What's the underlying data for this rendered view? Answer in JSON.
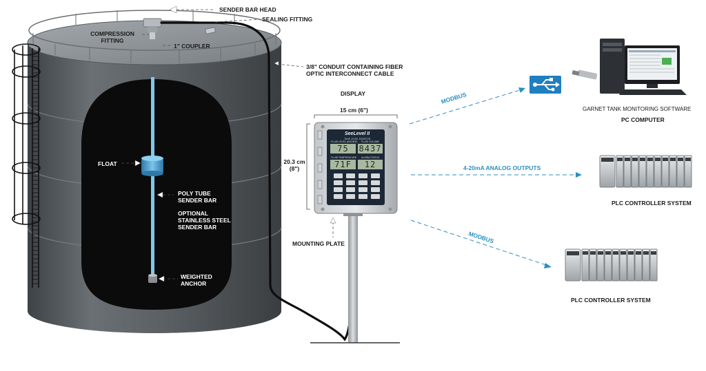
{
  "labels": {
    "sender_bar_head": "SENDER BAR HEAD",
    "sealing_fitting": "SEALING FITTING",
    "compression_fitting_1": "COMPRESSION",
    "compression_fitting_2": "FITTING",
    "coupler": "1\" COUPLER",
    "conduit_1": "3/8\" CONDUIT CONTAINING FIBER",
    "conduit_2": "OPTIC INTERCONNECT CABLE",
    "float": "FLOAT",
    "poly_tube_1": "POLY TUBE",
    "poly_tube_2": "SENDER BAR",
    "optional_1": "OPTIONAL",
    "optional_2": "STAINLESS STEEL",
    "optional_3": "SENDER BAR",
    "weighted_1": "WEIGHTED",
    "weighted_2": "ANCHOR",
    "display": "DISPLAY",
    "width_dim": "15 cm (6\")",
    "height_dim_1": "20.3 cm",
    "height_dim_2": "(8\")",
    "mounting_plate": "MOUNTING PLATE",
    "software": "GARNET TANK MONITORING SOFTWARE",
    "pc_computer": "PC COMPUTER",
    "plc_1": "PLC CONTROLLER SYSTEM",
    "plc_2": "PLC CONTROLLER SYSTEM"
  },
  "links": {
    "modbus_top": "MODBUS",
    "analog": "4-20mA ANALOG OUTPUTS",
    "modbus_bottom": "MODBUS"
  },
  "display_unit": {
    "brand": "SeeLevel II",
    "subtitle": "TANK LEVEL MONITOR",
    "fluid_level_caption": "FLUID LEVEL (INCHES)",
    "fluid_volume_caption": "FLUID VOLUME",
    "fluid_temp_caption": "FLUID TEMPERATURE",
    "alarm_caption": "ALARM STATUS",
    "fluid_level": "75",
    "fluid_volume": "8437",
    "fluid_temp": "71F",
    "alarm_status": "12"
  },
  "colors": {
    "tank": "#5a5f63",
    "tank_dark": "#3b3f42",
    "tank_roof": "#8b9095",
    "cutaway": "#0a0a0a",
    "sender_tube": "#7fc8ea",
    "float": "#4b9fd0",
    "link_blue": "#2a8fbf",
    "usb_blue": "#1f7fc0",
    "display_case": "#a9adb1",
    "display_face": "#1e2a3a"
  },
  "icons": {
    "usb": "usb-icon",
    "pc": "desktop-computer-icon",
    "plc": "plc-rack-icon"
  }
}
